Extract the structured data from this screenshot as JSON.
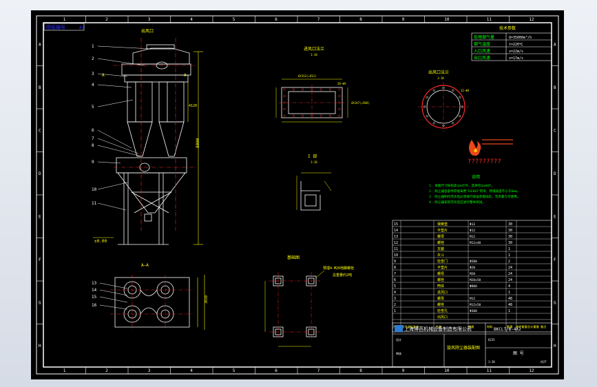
{
  "drawing": {
    "title_tab": "图纸编号",
    "title_tab_small": "A2",
    "border_numbers": [
      "1",
      "2",
      "3",
      "4",
      "5",
      "6",
      "7",
      "8",
      "9",
      "10",
      "11",
      "12"
    ],
    "border_letters": [
      "A",
      "B",
      "C",
      "D",
      "E",
      "F",
      "G",
      "H"
    ]
  },
  "views": {
    "outlet_label": "出风口",
    "section_label": "A—A",
    "plan_label": "基础图",
    "elevation_mark": "±0.00",
    "section_arrow": "A",
    "inlet_view_title": "进风口法兰",
    "inlet_scale": "1:10",
    "inlet_dim_top": "6X152(=912)",
    "inlet_dim_side": "20-Φ9",
    "inlet_dim_right": "4X147(=588)",
    "outlet_view_title": "出风口法兰",
    "outlet_scale": "1:10",
    "outlet_dim": "12-Φ9",
    "detail_title": "I 部",
    "detail_scale": "1:10",
    "base_note_1": "预埋4-M20地脚螺栓",
    "base_note_2": "总重量约2吨",
    "dim_height": "8000",
    "dim_inner": "4120",
    "dim_width": "3650"
  },
  "parts_callouts": [
    "1",
    "2",
    "3",
    "4",
    "5",
    "6",
    "7",
    "8",
    "9",
    "10",
    "11"
  ],
  "section_callouts": [
    "13",
    "14",
    "15",
    "16"
  ],
  "tech_params": {
    "title": "技术参数",
    "rows": [
      [
        "处理烟气量",
        "Q=35000m³/h"
      ],
      [
        "烟气温度",
        "t=220℃"
      ],
      [
        "入口风速",
        "v=22m/s"
      ],
      [
        "出口风速",
        "v=17m/s"
      ]
    ]
  },
  "logo": {
    "text": "?????????"
  },
  "notes": {
    "title": "说明",
    "items": [
      "1. 本图尺寸除标高以m计外，其余均以mm计。",
      "2. 除尘器各部件焊接采用\"E4303\"焊条，焊缝高度不小于6mm。",
      "3. 除尘器制作完毕后必须进行煤油渗漏试验，无渗漏方可使用。",
      "4. 除尘器安装完毕后应进行整体调试。"
    ]
  },
  "bom": {
    "rows": [
      [
        "15",
        "弹簧垫",
        "Φ12",
        "30",
        ""
      ],
      [
        "14",
        "平垫片",
        "Φ12",
        "30",
        ""
      ],
      [
        "13",
        "螺母",
        "M12",
        "30",
        ""
      ],
      [
        "12",
        "螺栓",
        "M12x40",
        "30",
        ""
      ],
      [
        "11",
        "支腿",
        "",
        "1",
        ""
      ],
      [
        "10",
        "灰斗",
        "",
        "1",
        ""
      ],
      [
        "9",
        "检查门",
        "Φ500",
        "2",
        ""
      ],
      [
        "8",
        "平垫片",
        "Φ20",
        "24",
        ""
      ],
      [
        "7",
        "螺母",
        "M20",
        "24",
        ""
      ],
      [
        "6",
        "螺栓",
        "M20x50",
        "24",
        ""
      ],
      [
        "5",
        "筒体",
        "Φ800",
        "4",
        ""
      ],
      [
        "4",
        "进风口",
        "",
        "1",
        ""
      ],
      [
        "3",
        "螺母",
        "M12",
        "48",
        ""
      ],
      [
        "2",
        "螺栓",
        "M12x50",
        "48",
        ""
      ],
      [
        "1",
        "检查孔",
        "Φ300",
        "1",
        ""
      ]
    ],
    "last_row": "出风口",
    "header": [
      "序号",
      "图号或标准号",
      "名称",
      "规格",
      "材料",
      "数量",
      "单件重量",
      "总计重量",
      "备注"
    ]
  },
  "title_block": {
    "company": "上海博芭机械设备制造有限公司",
    "drawing_no": "BKCLT/B-4X2",
    "title": "旋风除尘器装配图",
    "material": "Q235",
    "scale": "1:30",
    "sheet": "图 号",
    "weight": "约2T",
    "designer": "设计",
    "checker": "审核"
  }
}
